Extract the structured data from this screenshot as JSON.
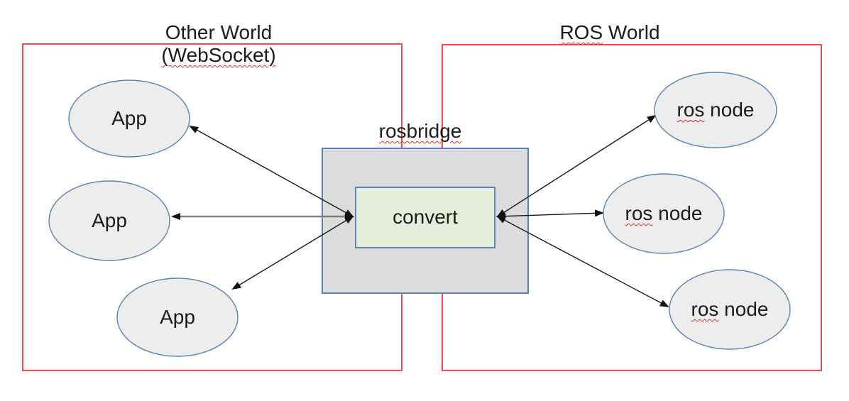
{
  "colors": {
    "world_border": "#ee3a3c",
    "box_border": "#5b83b5",
    "bridge_fill": "#dcdcdc",
    "convert_fill": "#e5eedb",
    "ellipse_fill": "#ededee",
    "line_color": "#1a1a1a",
    "line_gray": "#808080",
    "arrow_head": "#111111",
    "text_color": "#1c1c1c",
    "squiggle": "#dd2c2c"
  },
  "other_world": {
    "title_line1": "Other World",
    "title_line2": "(WebSocket)",
    "apps": [
      {
        "label": "App"
      },
      {
        "label": "App"
      },
      {
        "label": "App"
      }
    ]
  },
  "ros_world": {
    "title_word1": "ROS",
    "title_word2": " World",
    "nodes": [
      {
        "word1": "ros",
        "word2": " node"
      },
      {
        "word1": "ros",
        "word2": " node"
      },
      {
        "word1": "ros",
        "word2": " node"
      }
    ]
  },
  "rosbridge": {
    "label": "rosbridge",
    "convert_label": "convert"
  }
}
